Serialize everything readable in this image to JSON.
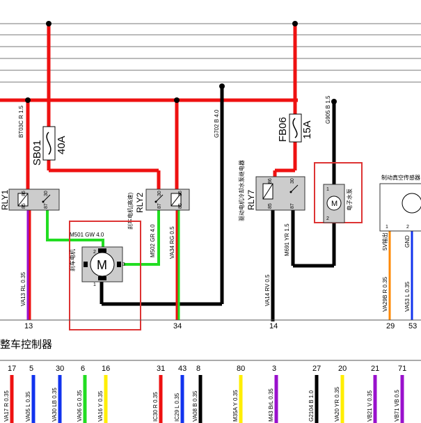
{
  "fuse_sb01": {
    "name": "SB01",
    "rating": "40A"
  },
  "fuse_fb06": {
    "name": "FB06",
    "rating": "15A"
  },
  "relays": {
    "rly1": {
      "name": "RLY1",
      "pins": [
        "86",
        "30",
        "85",
        "87"
      ]
    },
    "rly2": {
      "name": "RLY2",
      "caption": "刹车电机(高速)",
      "pins": [
        "30",
        "86",
        "87",
        "85"
      ]
    },
    "rly7": {
      "name": "RLY7",
      "caption": "驱动电机冷却水泵继电器",
      "pins": [
        "86",
        "30",
        "85",
        "87"
      ]
    }
  },
  "motor_center": {
    "label": "M",
    "pins": [
      "2",
      "3",
      "1"
    ],
    "caption": "刹车电机"
  },
  "pump": {
    "label": "M",
    "pins": [
      "1",
      "2"
    ],
    "caption": "电子水泵"
  },
  "sensor": {
    "caption": "制动真空传感器",
    "pins": [
      "1",
      "2"
    ]
  },
  "wires": {
    "bt03c": "BT03C R 1.5",
    "g702": "G702 B 4.0",
    "g905": "G905 B 1.5",
    "m501": "M501 GW 4.0",
    "m502": "M502 GR 4.0",
    "va13": "VA13 RL 0.35",
    "va34": "VA34 RG 0.5",
    "va14": "VA14 RV 0.5",
    "m691": "M691 YR 1.5",
    "va29": "VA29B R 0.35",
    "va53": "VA53 L 0.35",
    "sens_left": "5V输出",
    "sens_gnd": "GND"
  },
  "controller": {
    "title": "整车控制器",
    "upper_pins": [
      "13",
      "34",
      "14",
      "29",
      "53"
    ],
    "lower_pins": [
      "17",
      "5",
      "30",
      "6",
      "16",
      "31",
      "43",
      "8",
      "80",
      "3",
      "27",
      "20",
      "21",
      "71"
    ],
    "lower_labels": [
      "VA17 R 0.35",
      "VA05 L 0.35",
      "VA30 LB 0.35",
      "VA06 G 0.35",
      "VA16 Y 0.35",
      "IC30 R 0.35",
      "IC29 L 0.35",
      "VA08 B 0.35",
      "M35A Y 0.35",
      "M43 BrL 0.35",
      "G2104 B 1.0",
      "VA20 YR 0.35",
      "VB21 V 0.35",
      "VB71 VB 0.5"
    ]
  },
  "colors": {
    "red": "#ee1111",
    "black": "#000000",
    "green": "#22dd22",
    "blue": "#1133ee",
    "yellow": "#ffee00",
    "purple": "#9911cc",
    "orange": "#ff8800",
    "box": "#dd3333",
    "relay_fill": "#cccccc"
  }
}
